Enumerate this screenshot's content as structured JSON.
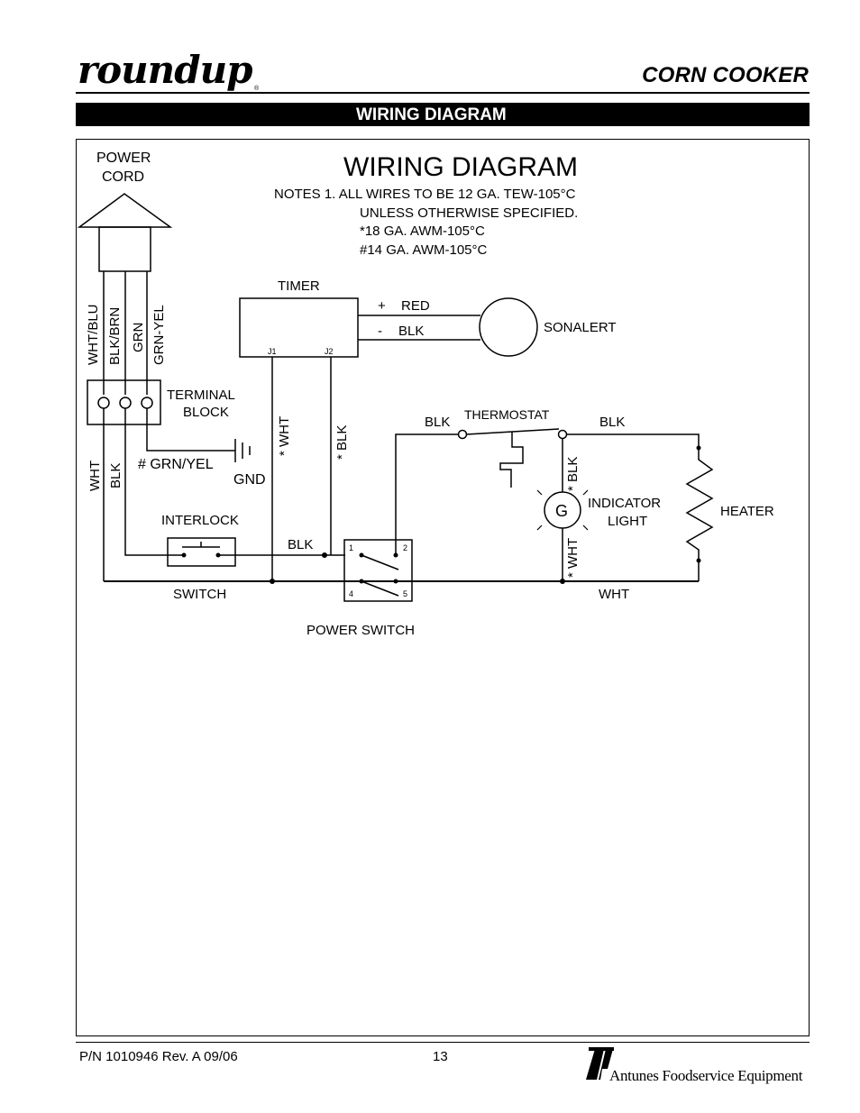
{
  "header": {
    "logo_text": "roundup",
    "doc_title": "CORN COOKER",
    "section_title": "WIRING DIAGRAM"
  },
  "diagram": {
    "title": "WIRING DIAGRAM",
    "notes": [
      "NOTES 1. ALL WIRES TO BE 12 GA. TEW-105°C",
      "UNLESS OTHERWISE SPECIFIED.",
      "*18 GA. AWM-105°C",
      "#14 GA. AWM-105°C"
    ],
    "power_cord_line1": "POWER",
    "power_cord_line2": "CORD",
    "cord_wires": [
      "WHT/BLU",
      "BLK/BRN",
      "GRN",
      "GRN-YEL"
    ],
    "terminal_block_line1": "TERMINAL",
    "terminal_block_line2": "BLOCK",
    "wht_left": "WHT",
    "blk_left": "BLK",
    "grn_yel": "# GRN/YEL",
    "gnd": "GND",
    "interlock": "INTERLOCK",
    "switch": "SWITCH",
    "timer": "TIMER",
    "timer_j1": "J1",
    "timer_j2": "J2",
    "timer_wht": "* WHT",
    "timer_blk": "* BLK",
    "sonalert_plus": "+",
    "sonalert_red": "RED",
    "sonalert_minus": "-",
    "sonalert_blk": "BLK",
    "sonalert": "SONALERT",
    "thermostat": "THERMOSTAT",
    "blk_thermo_left": "BLK",
    "blk_thermo_right": "BLK",
    "indicator_letter": "G",
    "indicator_line1": "INDICATOR",
    "indicator_line2": "LIGHT",
    "ind_blk": "* BLK",
    "ind_wht": "* WHT",
    "heater": "HEATER",
    "blk_to_switch": "BLK",
    "wht_right": "WHT",
    "power_switch": "POWER SWITCH",
    "switch_terminals": [
      "1",
      "2",
      "4",
      "5"
    ]
  },
  "footer": {
    "part_number": "P/N 1010946 Rev. A 09/06",
    "page_number": "13",
    "company": "Antunes Foodservice Equipment",
    "brand_mark": "AJA"
  }
}
